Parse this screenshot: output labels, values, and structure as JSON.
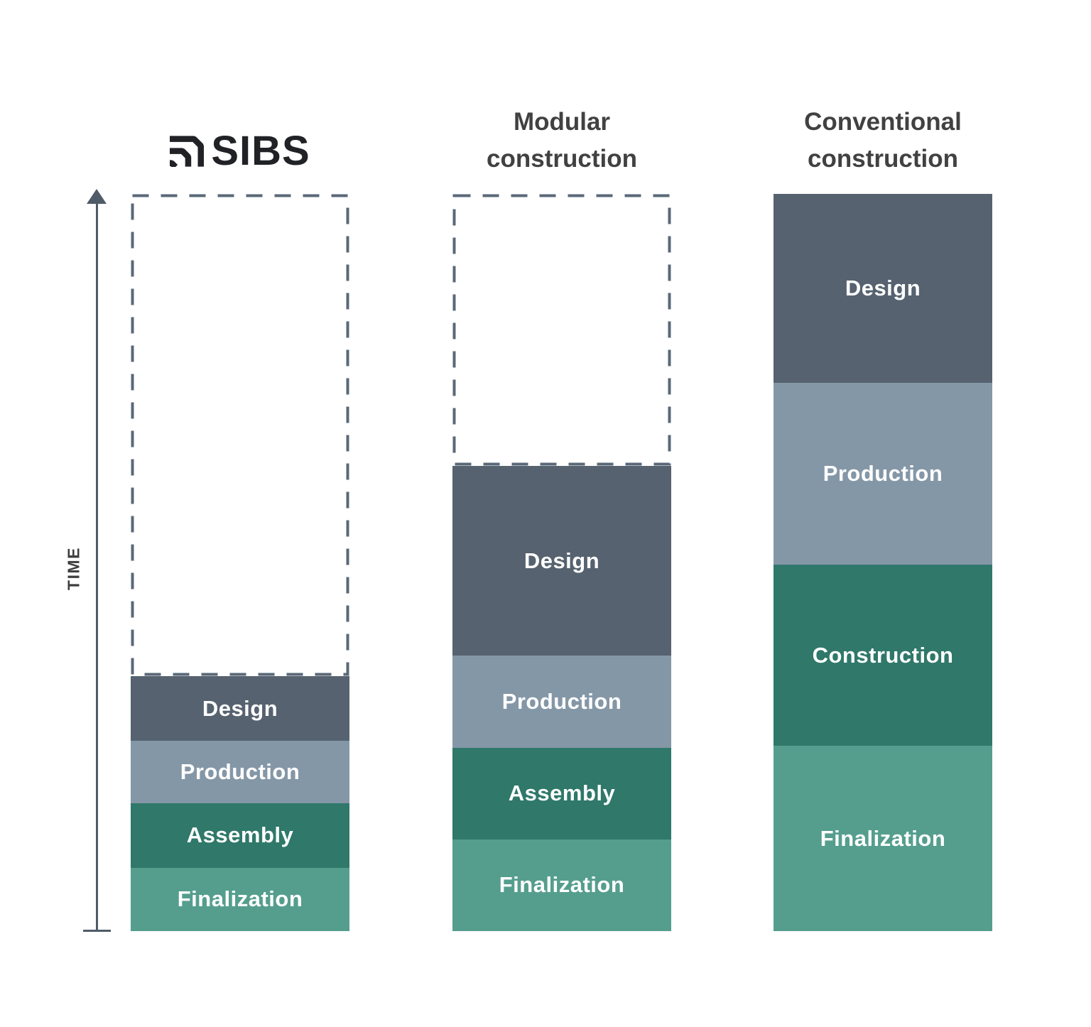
{
  "axis": {
    "label": "TIME"
  },
  "headers": {
    "col1_logo_text": "SIBS",
    "col2": [
      "Modular",
      "construction"
    ],
    "col3": [
      "Conventional",
      "construction"
    ]
  },
  "logo": {
    "icon": "sibs-nested-corner-icon",
    "color": "#212226"
  },
  "colors": {
    "design": "#56626F",
    "production": "#8497A7",
    "assembly": "#2F786A",
    "finalization": "#559E8E",
    "axis": "#4F5B68",
    "dashed_outline": "#5A6878",
    "title_text": "#414141",
    "segment_text": "#FFFFFF"
  },
  "chart_data": {
    "type": "bar",
    "subtype": "stacked-duration-comparison",
    "title": "",
    "ylabel": "TIME",
    "ylim": [
      0,
      1036
    ],
    "unit": "relative-time-units (Conventional construction total = 1036)",
    "legend_position": "none",
    "grid": false,
    "dashed_color": "#5A6878",
    "dashed_meaning": "unused time vs tallest bar (dashed outline above shorter bars)",
    "bars": [
      {
        "name": "SIBS",
        "total": 358,
        "dashed_remainder": 678,
        "segments": [
          {
            "label": "Design",
            "value": 91,
            "color": "#56626F"
          },
          {
            "label": "Production",
            "value": 88,
            "color": "#8497A7"
          },
          {
            "label": "Assembly",
            "value": 90,
            "color": "#2F786A"
          },
          {
            "label": "Finalization",
            "value": 89,
            "color": "#559E8E"
          }
        ]
      },
      {
        "name": "Modular construction",
        "total": 654,
        "dashed_remainder": 382,
        "segments": [
          {
            "label": "Design",
            "value": 267,
            "color": "#56626F"
          },
          {
            "label": "Production",
            "value": 129,
            "color": "#8497A7"
          },
          {
            "label": "Assembly",
            "value": 129,
            "color": "#2F786A"
          },
          {
            "label": "Finalization",
            "value": 129,
            "color": "#559E8E"
          }
        ]
      },
      {
        "name": "Conventional construction",
        "total": 1036,
        "dashed_remainder": 0,
        "segments": [
          {
            "label": "Design",
            "value": 265,
            "color": "#56626F"
          },
          {
            "label": "Production",
            "value": 256,
            "color": "#8497A7"
          },
          {
            "label": "Construction",
            "value": 255,
            "color": "#2F786A"
          },
          {
            "label": "Finalization",
            "value": 260,
            "color": "#559E8E"
          }
        ]
      }
    ]
  }
}
